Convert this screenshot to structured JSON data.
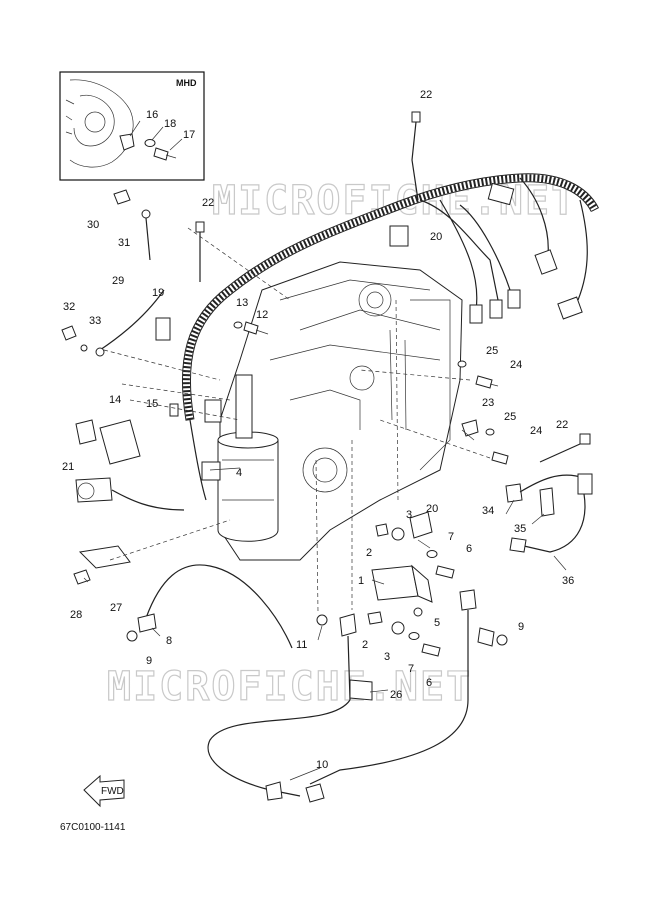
{
  "watermark": "MICROFICHE.NET",
  "inset": {
    "title": "MHD",
    "callouts": [
      "16",
      "18",
      "17"
    ]
  },
  "drawing_code": "67C0100-1141",
  "fwd_label": "FWD",
  "callouts": [
    {
      "id": "c22a",
      "label": "22"
    },
    {
      "id": "c30",
      "label": "30"
    },
    {
      "id": "c31",
      "label": "31"
    },
    {
      "id": "c22b",
      "label": "22"
    },
    {
      "id": "c20a",
      "label": "20"
    },
    {
      "id": "c29",
      "label": "29"
    },
    {
      "id": "c19",
      "label": "19"
    },
    {
      "id": "c13",
      "label": "13"
    },
    {
      "id": "c12",
      "label": "12"
    },
    {
      "id": "c32",
      "label": "32"
    },
    {
      "id": "c33",
      "label": "33"
    },
    {
      "id": "c25a",
      "label": "25"
    },
    {
      "id": "c24a",
      "label": "24"
    },
    {
      "id": "c14",
      "label": "14"
    },
    {
      "id": "c15",
      "label": "15"
    },
    {
      "id": "c23",
      "label": "23"
    },
    {
      "id": "c25b",
      "label": "25"
    },
    {
      "id": "c22c",
      "label": "22"
    },
    {
      "id": "c24b",
      "label": "24"
    },
    {
      "id": "c21",
      "label": "21"
    },
    {
      "id": "c4",
      "label": "4"
    },
    {
      "id": "c34",
      "label": "34"
    },
    {
      "id": "c20b",
      "label": "20"
    },
    {
      "id": "c3a",
      "label": "3"
    },
    {
      "id": "c35",
      "label": "35"
    },
    {
      "id": "c7a",
      "label": "7"
    },
    {
      "id": "c2a",
      "label": "2"
    },
    {
      "id": "c6a",
      "label": "6"
    },
    {
      "id": "c36",
      "label": "36"
    },
    {
      "id": "c1",
      "label": "1"
    },
    {
      "id": "c28",
      "label": "28"
    },
    {
      "id": "c27",
      "label": "27"
    },
    {
      "id": "c5",
      "label": "5"
    },
    {
      "id": "c8",
      "label": "8"
    },
    {
      "id": "c11",
      "label": "11"
    },
    {
      "id": "c2b",
      "label": "2"
    },
    {
      "id": "c9a",
      "label": "9"
    },
    {
      "id": "c9b",
      "label": "9"
    },
    {
      "id": "c3b",
      "label": "3"
    },
    {
      "id": "c7b",
      "label": "7"
    },
    {
      "id": "c6b",
      "label": "6"
    },
    {
      "id": "c26",
      "label": "26"
    },
    {
      "id": "c10",
      "label": "10"
    }
  ]
}
